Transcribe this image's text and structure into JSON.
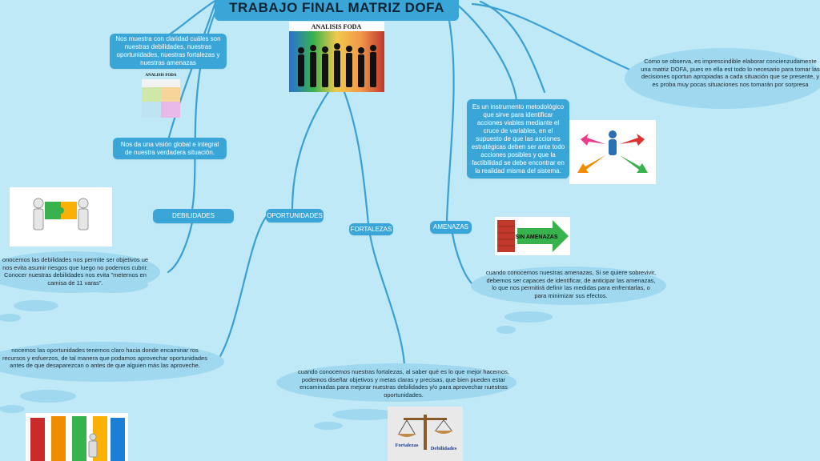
{
  "title": "TRABAJO FINAL MATRIZ DOFA",
  "branches": {
    "debilidades": "DEBILIDADES",
    "oportunidades": "OPORTUNIDADES",
    "fortalezas": "FORTALEZAS",
    "amenazas": "AMENAZAS"
  },
  "notes": {
    "claridad": "Nos muestra con claridad cuáles son nuestras debilidades, nuestras oportunidades, nuestras fortalezas y nuestras amenazas",
    "vision": "Nos da una visión global e integral de nuestra verdadera situación.",
    "instrumento": "Es un instrumento metodológico que sirve para identificar acciones viables mediante el cruce de variables, en el supuesto de que las acciones estratégicas deben ser ante todo acciones posibles y que la factibilidad se debe encontrar en la realidad misma del sistema."
  },
  "clouds": {
    "conclusion": "Como se observa, es imprescindible elaborar concienzudamente una matriz DOFA, pues en ella est todo lo necesario para tomar las decisiones oportun apropiadas a cada situación que se presente, y es proba muy pocas situaciones nos tomarán por sorpresa",
    "debilidades": "onocemos las debilidades nos permite ser objetivos ue nos evita asumir riesgos que luego no podemos cubrir. Conocer nuestras debilidades nos evita \"meternos en camisa de 11 varas\".",
    "oportunidades": "nocemos las oportunidades tenemos claro hacia donde encaminar ros recursos y esfuerzos, de tal manera que podamos aprovechar oportunidades antes de que desaparezcan o antes de que alguien más las aproveche.",
    "fortalezas": "cuando conocemos nuestras fortalezas, al saber qué es lo que mejor hacemos, podemos diseñar objetivos y metas claras y precisas, que bien pueden estar encaminadas para mejorar nuestras debilidades y/o para aprovechar nuestras oportunidades.",
    "amenazas": "cuando conocemos nuestras amenazas, Si se quiere sobrevivir, debemos ser capaces de identificar, de anticipar las amenazas, lo que nos permitirá definir las medidas para enfrentarlas, o para minimizar sus efectos."
  },
  "images": {
    "foda_title": "ANALISIS FODA",
    "matrix_title": "ANALISIS FODA",
    "sin_amenazas": "SIN AMENAZAS",
    "scale_left": "Fortalezas",
    "scale_right": "Debilidades"
  },
  "colors": {
    "background": "#bfe9f7",
    "node": "#3aa6d8",
    "link": "#3aa0d4",
    "cloud": "#9fd8ef"
  }
}
